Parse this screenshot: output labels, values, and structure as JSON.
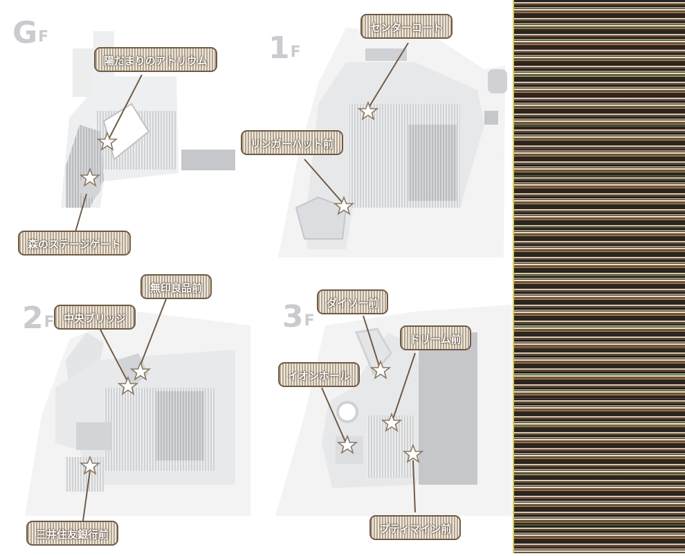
{
  "floors": [
    {
      "id": "gf",
      "num": "G",
      "suffix": "F"
    },
    {
      "id": "1f",
      "num": "1",
      "suffix": "F"
    },
    {
      "id": "2f",
      "num": "2",
      "suffix": "F"
    },
    {
      "id": "3f",
      "num": "3",
      "suffix": "F"
    }
  ],
  "spots": {
    "gf_atrium": "陽だまりのアトリウム",
    "gf_forest_stage": "森のステージゲート",
    "f1_center_court": "センターコート",
    "f1_ringer_hut": "リンガーハット前",
    "f2_muji": "無印良品前",
    "f2_central_bridge": "中央ブリッジ",
    "f2_smbc": "三井住友銀行前",
    "f3_daiso": "ダイソー前",
    "f3_dream": "ドリーム前",
    "f3_aeon_hall": "イオンホール",
    "f3_pretty_main": "プティマイン前"
  },
  "colors": {
    "map_base": "#f3f3f4",
    "building": "#e6e7e9",
    "store": "#cfd1d4",
    "dark_block": "#bfc1c4",
    "callout_border": "#6f5a45",
    "star": "#8a7560"
  },
  "icons": {
    "marker": "star-icon"
  }
}
